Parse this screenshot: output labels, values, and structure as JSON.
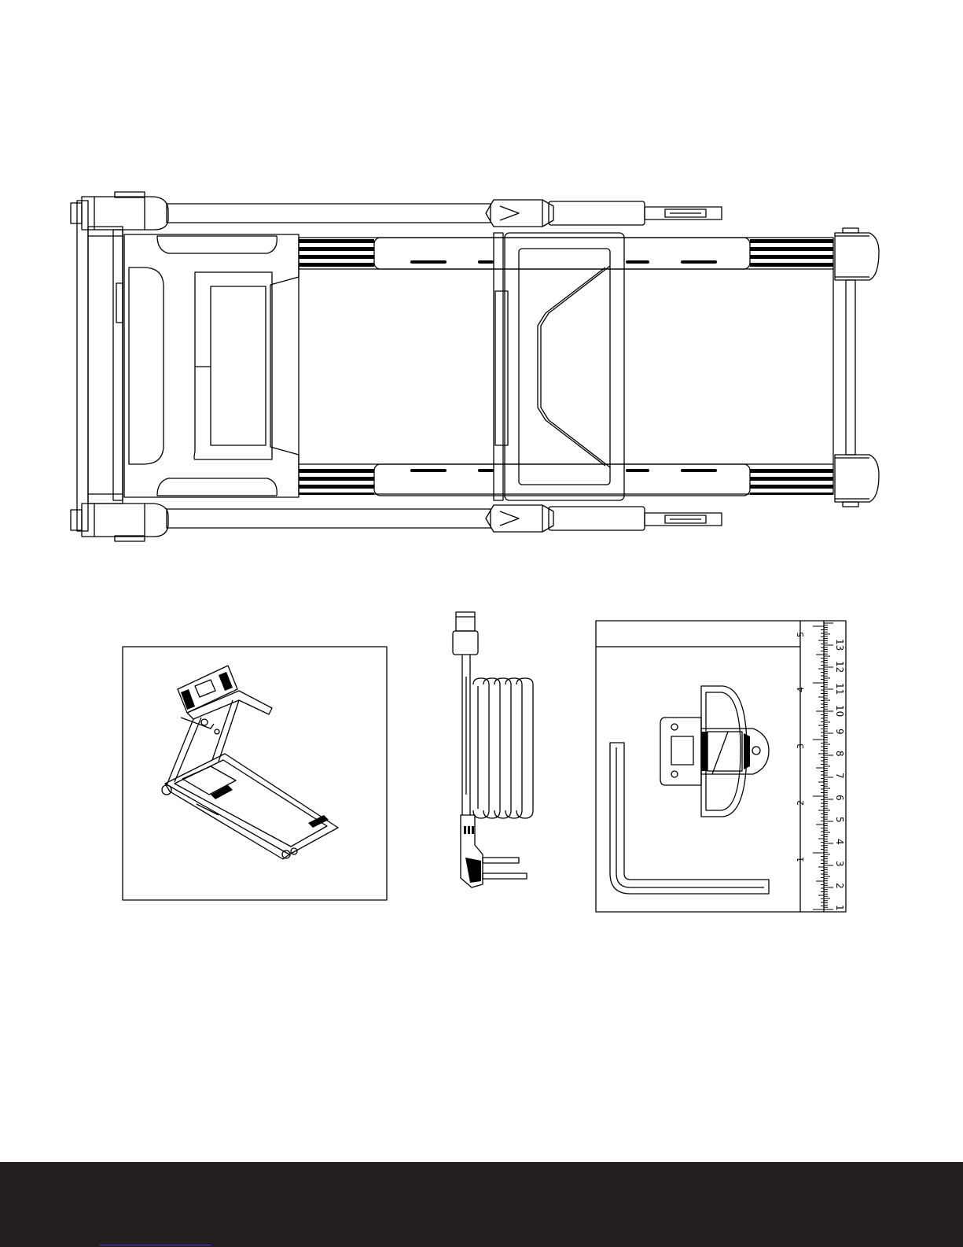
{
  "ruler": {
    "inch_labels": [
      "1",
      "2",
      "3",
      "4",
      "5"
    ],
    "cm_labels": [
      "1",
      "2",
      "3",
      "4",
      "5",
      "6",
      "7",
      "8",
      "9",
      "10",
      "11",
      "12",
      "13"
    ]
  }
}
